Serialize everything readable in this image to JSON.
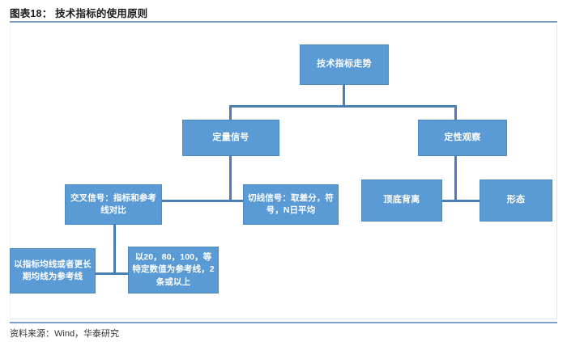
{
  "figure": {
    "label": "图表18：",
    "title": "技术指标的使用原则",
    "full_title": "图表18：  技术指标的使用原则"
  },
  "footer": {
    "source": "资料来源：Wind，华泰研究"
  },
  "colors": {
    "node_fill": "#5b9bd5",
    "node_border": "#4a8ac4",
    "connector": "#4a7fb5",
    "rule": "#7f9ec4",
    "node_text": "#ffffff"
  },
  "diagram": {
    "type": "tree",
    "nodes": [
      {
        "id": "root",
        "label": "技术指标走势"
      },
      {
        "id": "quant",
        "label": "定量信号"
      },
      {
        "id": "qual",
        "label": "定性观察"
      },
      {
        "id": "cross",
        "label": "交叉信号：指标和参考线对比"
      },
      {
        "id": "tangent",
        "label": "切线信号：取差分，符号，N日平均"
      },
      {
        "id": "divergence",
        "label": "顶底背离"
      },
      {
        "id": "pattern",
        "label": "形态"
      },
      {
        "id": "ma_ref",
        "label": "以指标均线或者更长期均线为参考线"
      },
      {
        "id": "value_ref",
        "label": "以20，80，100，等特定数值为参考线，2条或以上"
      }
    ],
    "edges": [
      {
        "from": "root",
        "to": "quant"
      },
      {
        "from": "root",
        "to": "qual"
      },
      {
        "from": "quant",
        "to": "cross"
      },
      {
        "from": "quant",
        "to": "tangent"
      },
      {
        "from": "qual",
        "to": "divergence"
      },
      {
        "from": "qual",
        "to": "pattern"
      },
      {
        "from": "cross",
        "to": "ma_ref"
      },
      {
        "from": "cross",
        "to": "value_ref"
      }
    ]
  }
}
